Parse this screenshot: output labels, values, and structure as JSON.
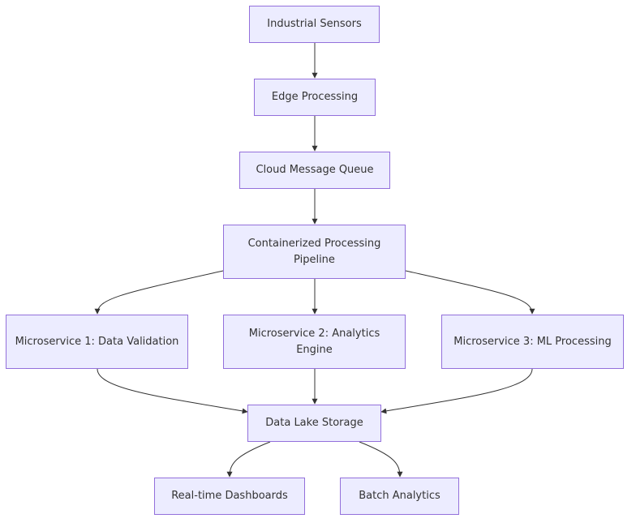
{
  "nodes": {
    "sensors": "Industrial Sensors",
    "edge": "Edge Processing",
    "queue": "Cloud Message Queue",
    "pipeline": "Containerized Processing Pipeline",
    "ms1": "Microservice 1: Data Validation",
    "ms2": "Microservice 2: Analytics Engine",
    "ms3": "Microservice 3: ML Processing",
    "lake": "Data Lake Storage",
    "dash": "Real-time Dashboards",
    "batch": "Batch Analytics"
  },
  "edges": [
    [
      "sensors",
      "edge"
    ],
    [
      "edge",
      "queue"
    ],
    [
      "queue",
      "pipeline"
    ],
    [
      "pipeline",
      "ms1"
    ],
    [
      "pipeline",
      "ms2"
    ],
    [
      "pipeline",
      "ms3"
    ],
    [
      "ms1",
      "lake"
    ],
    [
      "ms2",
      "lake"
    ],
    [
      "ms3",
      "lake"
    ],
    [
      "lake",
      "dash"
    ],
    [
      "lake",
      "batch"
    ]
  ],
  "colors": {
    "node_fill": "#ececff",
    "node_border": "#9370db",
    "edge": "#333333",
    "text": "#333333"
  }
}
